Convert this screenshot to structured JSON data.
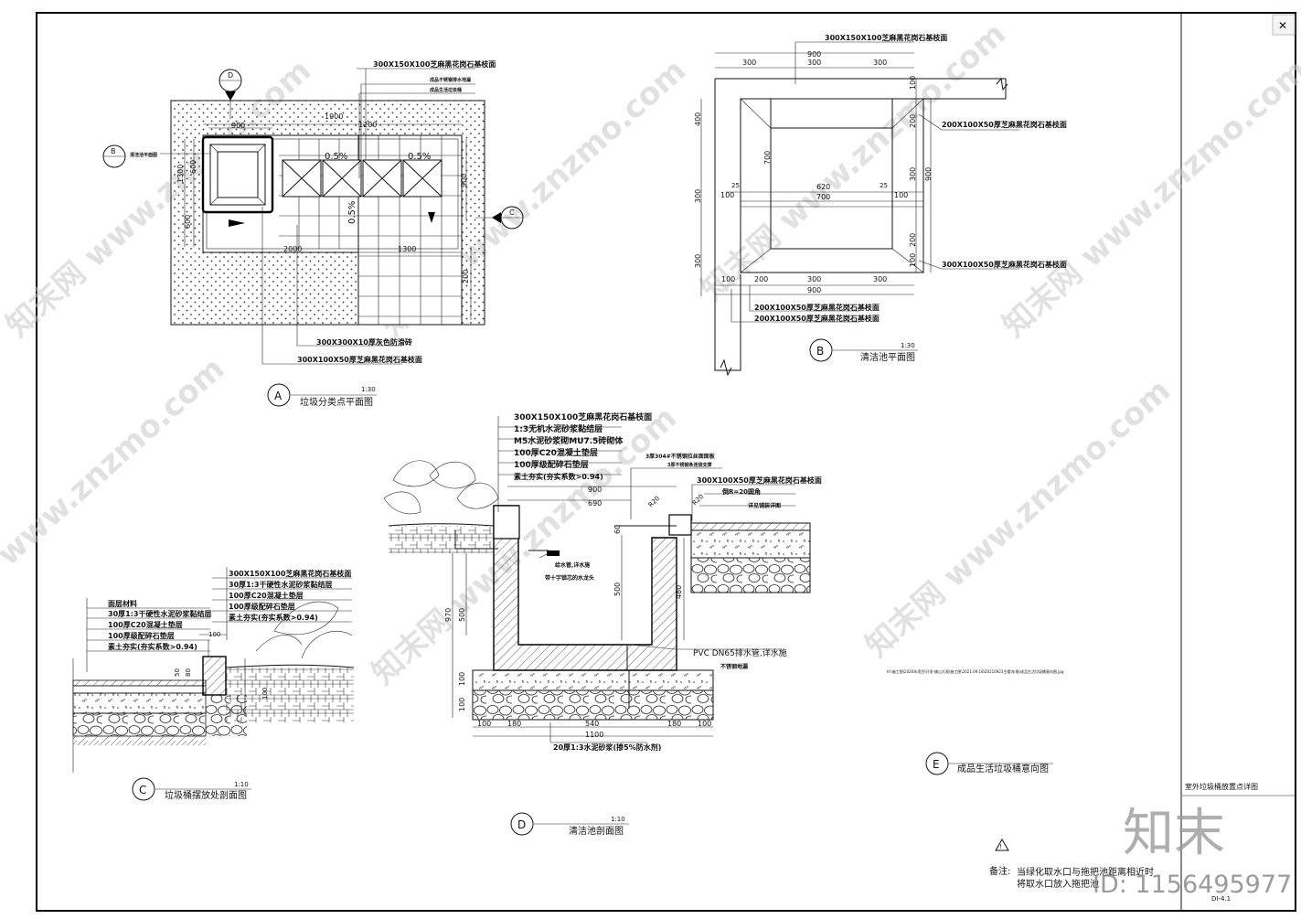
{
  "sheet": {
    "sheet_title": "室外垃圾桶放置点详图",
    "sheet_number": "DI-4.1",
    "note_label": "备注:",
    "note_line1": "当绿化取水口与拖把池距离相近时",
    "note_line2": "将取水口放入拖把池",
    "brand_mark": "知末",
    "id_text": "ID: 1156495977",
    "file_path": "H:\\施工图\\2020年项目\\开发-佛山大观\\施工图\\2021.09.18\\20210923主楼\\年限\\成品生活垃圾桶意向图.jpg",
    "watermarks": [
      "知末网 www.znzmo.com",
      "www.znzmo.com"
    ]
  },
  "view_a": {
    "label": "A",
    "title": "垃圾分类点平面图",
    "scale": "1:30",
    "callouts": [
      "300X150X100芝麻黑花岗石基枝面",
      "成品不锈钢排水地漏",
      "成品生活垃圾桶",
      "清洁池平面图",
      "300X300X10厚灰色防滑砖",
      "300X100X50厚芝麻黑花岗石基枝面"
    ],
    "dims": [
      "1900",
      "1200",
      "900",
      "2000",
      "1300",
      "1300",
      "600",
      "900",
      "200",
      "600"
    ],
    "slopes": [
      "0.5%",
      "0.5%",
      "0.5%"
    ],
    "markers": [
      "B",
      "C",
      "D"
    ]
  },
  "view_b": {
    "label": "B",
    "title": "清洁池平面图",
    "scale": "1:30",
    "callouts": [
      "300X150X100芝麻黑花岗石基枝面",
      "200X100X50厚芝麻黑花岗石基枝面",
      "300X100X50厚芝麻黑花岗石基枝面",
      "200X100X50厚芝麻黑花岗石基枝面",
      "200X100X50厚芝麻黑花岗石基枝面"
    ],
    "dims_top": [
      "900",
      "300",
      "300",
      "300"
    ],
    "dims_bottom": [
      "100",
      "200",
      "300",
      "300",
      "900"
    ],
    "dims_left": [
      "400",
      "300",
      "300"
    ],
    "dims_right": [
      "100",
      "200",
      "300",
      "200",
      "100",
      "900"
    ],
    "inner_dims": [
      "700",
      "620",
      "700",
      "25",
      "25",
      "100",
      "100"
    ]
  },
  "view_c": {
    "label": "C",
    "title": "垃圾桶摆放处剖面图",
    "scale": "1:10",
    "callouts_right": [
      "300X150X100芝麻黑花岗石基枝面",
      "30厚1:3干硬性水泥砂浆黏结层",
      "100厚C20混凝土垫层",
      "100厚级配碎石垫层",
      "素土夯实(夯实系数>0.94)"
    ],
    "callouts_left": [
      "面层材料",
      "30厚1:3干硬性水泥砂浆黏结层",
      "100厚C20混凝土垫层",
      "100厚级配碎石垫层",
      "素土夯实(夯实系数>0.94)"
    ],
    "dims": [
      "100",
      "50",
      "80",
      "100"
    ]
  },
  "view_d": {
    "label": "D",
    "title": "清洁池剖面图",
    "scale": "1:10",
    "callouts_top": [
      "300X150X100芝麻黑花岗石基枝面",
      "1:3无机水泥砂浆黏结层",
      "M5水泥砂浆砌MU7.5砖砌体",
      "100厚C20混凝土垫层",
      "100厚级配碎石垫层",
      "素土夯实(夯实系数>0.94)"
    ],
    "callouts_right": [
      "3厚304#不锈钢拉丝面面板",
      "3厚不锈钢条连接支撑",
      "300X100X50厚芝麻黑花岗石基枝面",
      "倒R=20圆角",
      "详见铺装详图"
    ],
    "callout_tap1": "给水管,详水施",
    "callout_tap2": "带十字锁芯的水龙头",
    "callout_drain1": "PVC DN65排水管,详水施",
    "callout_drain2": "不锈钢地漏",
    "callout_bottom": "20厚1:3水泥砂浆(掺5%防水剂)",
    "dims_top": [
      "900",
      "690",
      "R20",
      "R20"
    ],
    "dims_left": [
      "970",
      "500",
      "100",
      "100"
    ],
    "dims_inner": [
      "500",
      "60",
      "480"
    ],
    "dims_bottom": [
      "100",
      "180",
      "540",
      "180",
      "100",
      "1100"
    ]
  },
  "view_e": {
    "label": "E",
    "title": "成品生活垃圾桶意向图"
  }
}
